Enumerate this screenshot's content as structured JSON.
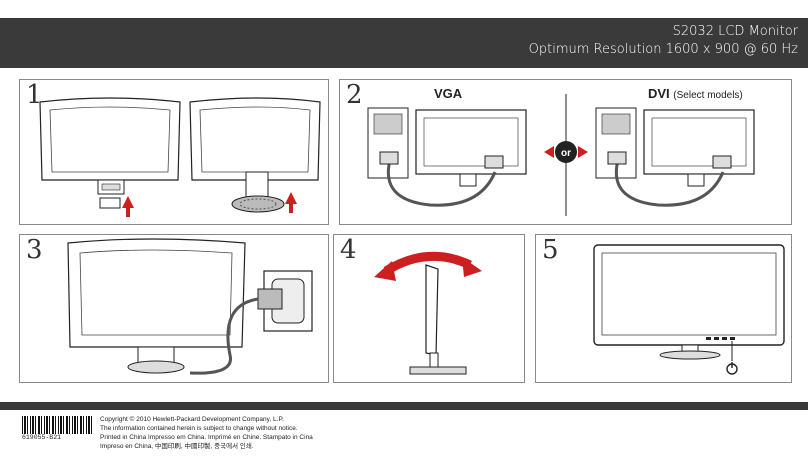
{
  "header": {
    "model": "S2032 LCD Monitor",
    "resolution": "Optimum Resolution 1600 x 900 @ 60 Hz",
    "background_color": "#3a3a3a"
  },
  "steps": [
    {
      "number": "1"
    },
    {
      "number": "2",
      "vga_label": "VGA",
      "dvi_label": "DVI",
      "dvi_note": "(Select models)",
      "or_label": "or"
    },
    {
      "number": "3"
    },
    {
      "number": "4"
    },
    {
      "number": "5"
    }
  ],
  "accent_color": "#cc1f1f",
  "footer": {
    "copyright": "Copyright © 2010 Hewlett-Packard Development Company, L.P.",
    "notice": "The information contained herein is subject to change without notice.",
    "printed_line1": "Printed in China Impresso em China. Imprimé en Chine. Stampato in Cina",
    "printed_line2": "Impreso en China, 中国印刷, 中國印製, 중국에서 인쇄.",
    "barcode_number": "619055-B21"
  }
}
